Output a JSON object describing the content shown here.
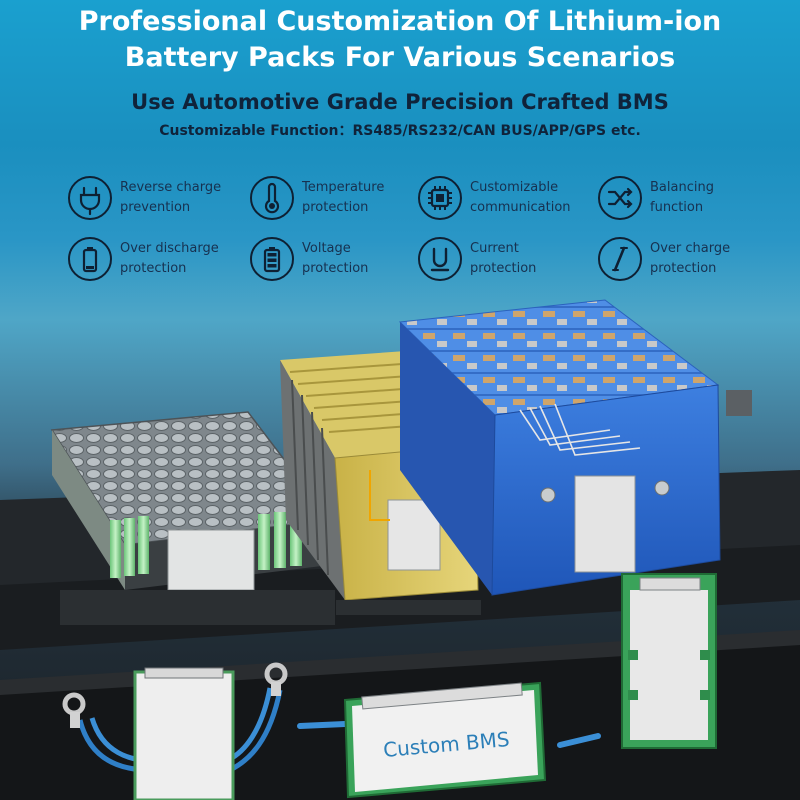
{
  "header": {
    "title_line1": "Professional Customization Of Lithium-ion",
    "title_line2": "Battery Packs For Various Scenarios",
    "subtitle": "Use Automotive Grade Precision Crafted BMS",
    "functions": "Customizable Function：RS485/RS232/CAN BUS/APP/GPS etc."
  },
  "features": [
    {
      "icon": "plug-icon",
      "line1": "Reverse charge",
      "line2": "prevention"
    },
    {
      "icon": "thermometer-icon",
      "line1": "Temperature",
      "line2": "protection"
    },
    {
      "icon": "chip-icon",
      "line1": "Customizable",
      "line2": "communication"
    },
    {
      "icon": "shuffle-icon",
      "line1": "Balancing",
      "line2": "function"
    },
    {
      "icon": "battery-empty-icon",
      "line1": "Over discharge",
      "line2": "protection"
    },
    {
      "icon": "battery-full-icon",
      "line1": "Voltage",
      "line2": "protection"
    },
    {
      "icon": "current-icon",
      "line1": "Current",
      "line2": "protection"
    },
    {
      "icon": "pencil-icon",
      "line1": "Over charge",
      "line2": "protection"
    }
  ],
  "board_label": "Custom BMS",
  "colors": {
    "title": "#ffffff",
    "heading": "#10233a",
    "battery_blue": "#2f6fd6",
    "battery_gold": "#d7c25a",
    "cell_green": "#9fe0a3"
  }
}
